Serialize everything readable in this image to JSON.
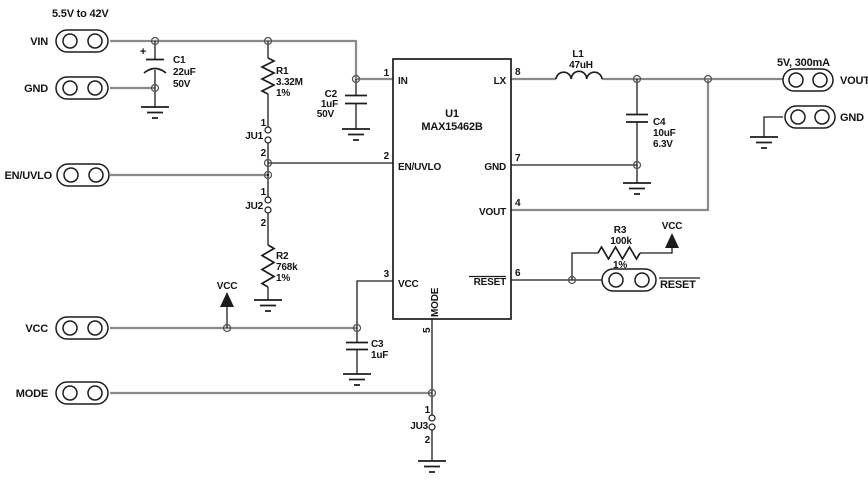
{
  "schematic": {
    "input_note": "5.5V to 42V",
    "output_note": "5V, 300mA"
  },
  "connectors": {
    "vin": "VIN",
    "gnd_in": "GND",
    "en_uvlo": "EN/UVLO",
    "vcc": "VCC",
    "mode": "MODE",
    "vout": "VOUT",
    "gnd_out": "GND",
    "reset": "RESET"
  },
  "ic": {
    "ref": "U1",
    "part": "MAX15462B",
    "pins": [
      {
        "num": "1",
        "name": "IN"
      },
      {
        "num": "2",
        "name": "EN/UVLO"
      },
      {
        "num": "3",
        "name": "VCC"
      },
      {
        "num": "5",
        "name": "MODE"
      },
      {
        "num": "4",
        "name": "VOUT"
      },
      {
        "num": "6",
        "name": "RESET"
      },
      {
        "num": "7",
        "name": "GND"
      },
      {
        "num": "8",
        "name": "LX"
      }
    ]
  },
  "components": {
    "c1": {
      "ref": "C1",
      "value": "22uF",
      "voltage": "50V",
      "polarity": "+"
    },
    "c2": {
      "ref": "C2",
      "value": "1uF",
      "voltage": "50V"
    },
    "c3": {
      "ref": "C3",
      "value": "1uF"
    },
    "c4": {
      "ref": "C4",
      "value": "10uF",
      "voltage": "6.3V"
    },
    "r1": {
      "ref": "R1",
      "value": "3.32M",
      "tolerance": "1%"
    },
    "r2": {
      "ref": "R2",
      "value": "768k",
      "tolerance": "1%"
    },
    "r3": {
      "ref": "R3",
      "value": "100k",
      "tolerance": "1%"
    },
    "l1": {
      "ref": "L1",
      "value": "47uH"
    }
  },
  "jumpers": {
    "ju1": {
      "ref": "JU1",
      "pin_top": "1",
      "pin_bottom": "2"
    },
    "ju2": {
      "ref": "JU2",
      "pin_top": "1",
      "pin_bottom": "2"
    },
    "ju3": {
      "ref": "JU3",
      "pin_top": "1",
      "pin_bottom": "2"
    }
  },
  "power_flags": {
    "vcc_left": "VCC",
    "vcc_right": "VCC"
  },
  "colors": {
    "net_highlight": "#8a8a8a",
    "wire": "#1c1c1c",
    "background": "#ffffff"
  }
}
